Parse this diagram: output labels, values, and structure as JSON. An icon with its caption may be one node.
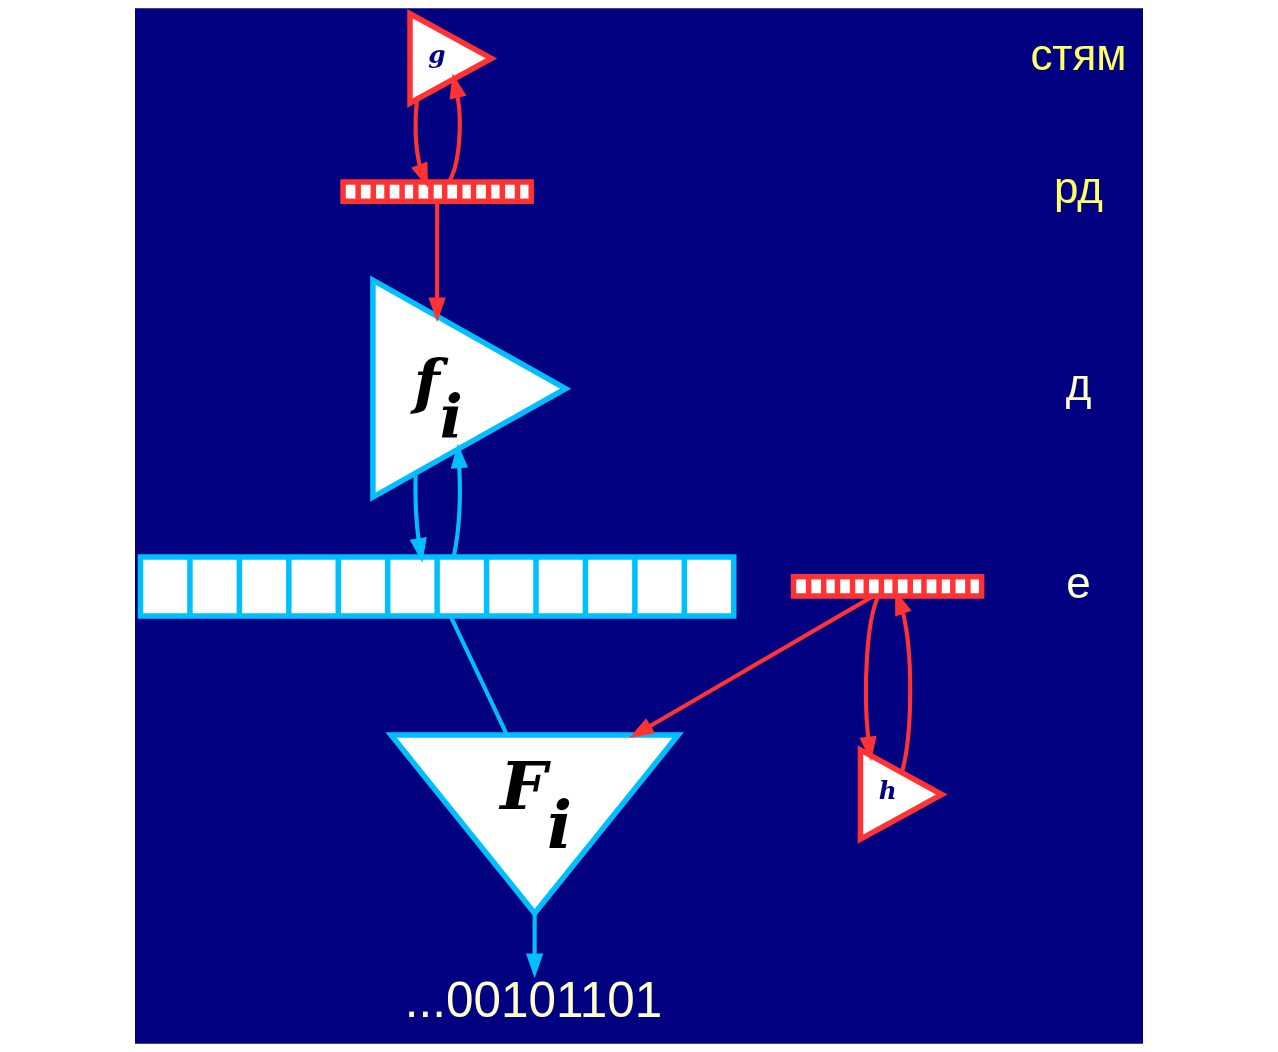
{
  "diagram": {
    "nodes": [
      {
        "text": [
          "g"
        ]
      },
      {
        "text": [],
        "shape": "bar"
      },
      {
        "text": [
          "f$_{i}$"
        ]
      },
      {
        "text": [],
        "shape": "bar"
      },
      {
        "text": [
          "F$_{i}$"
        ]
      },
      {
        "text": [],
        "shape": "bar"
      },
      {
        "text": [
          "h"
        ]
      },
      {
        "text": [
          "...00101101"
        ]
      }
    ],
    "edges": [
      {
        "from": 0,
        "to": 1,
        "arrow": "to"
      },
      {
        "from": 1,
        "to": 0,
        "arrow": "to"
      },
      {
        "from": 1,
        "to": 2,
        "arrow": "to"
      },
      {
        "from": 2,
        "to": 3,
        "arrow": "to",
        "color": "#00bfff"
      },
      {
        "from": 3,
        "to": 2,
        "arrow": "to",
        "color": "#00bfff"
      },
      {
        "from": 3,
        "to": 4,
        "arrow": "none",
        "color": "#00bfff"
      },
      {
        "from": 5,
        "to": 4,
        "arrow": "to"
      },
      {
        "from": 6,
        "to": 5,
        "arrow": "to"
      },
      {
        "from": 5,
        "to": 6,
        "arrow": "to"
      },
      {
        "from": 4,
        "to": 7,
        "arrow": "to",
        "color": "#00bfff"
      }
    ],
    "labels": [
      "стям",
      "рд",
      "д",
      "е"
    ]
  }
}
